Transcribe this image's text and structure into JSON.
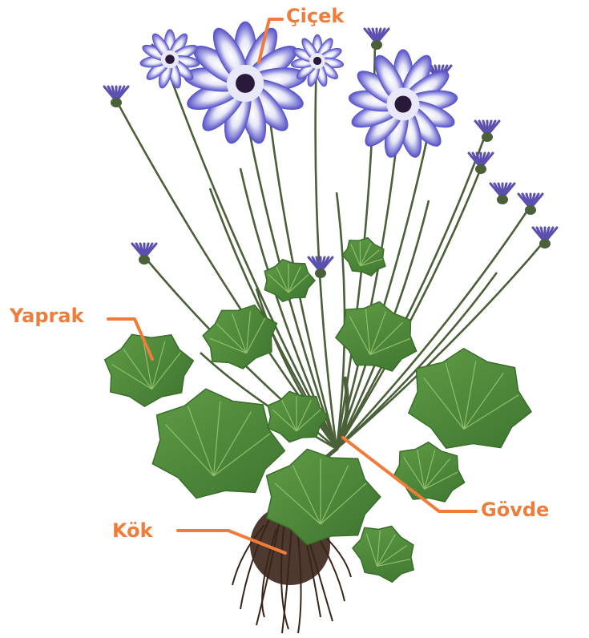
{
  "labels": {
    "flower": "Çiçek",
    "leaf": "Yaprak",
    "stem": "Gövde",
    "root": "Kök"
  },
  "colors": {
    "label": "#f07c3a",
    "leaf": "#4f8a3a",
    "leaf_dark": "#3a6e2a",
    "leaf_vein": "#8fbf6a",
    "stem": "#4a6038",
    "petal": "#5a55c8",
    "petal_light": "#e8e8f8",
    "flower_center": "#2a1a3a",
    "bud": "#5b4fb0",
    "root": "#3a2418"
  }
}
